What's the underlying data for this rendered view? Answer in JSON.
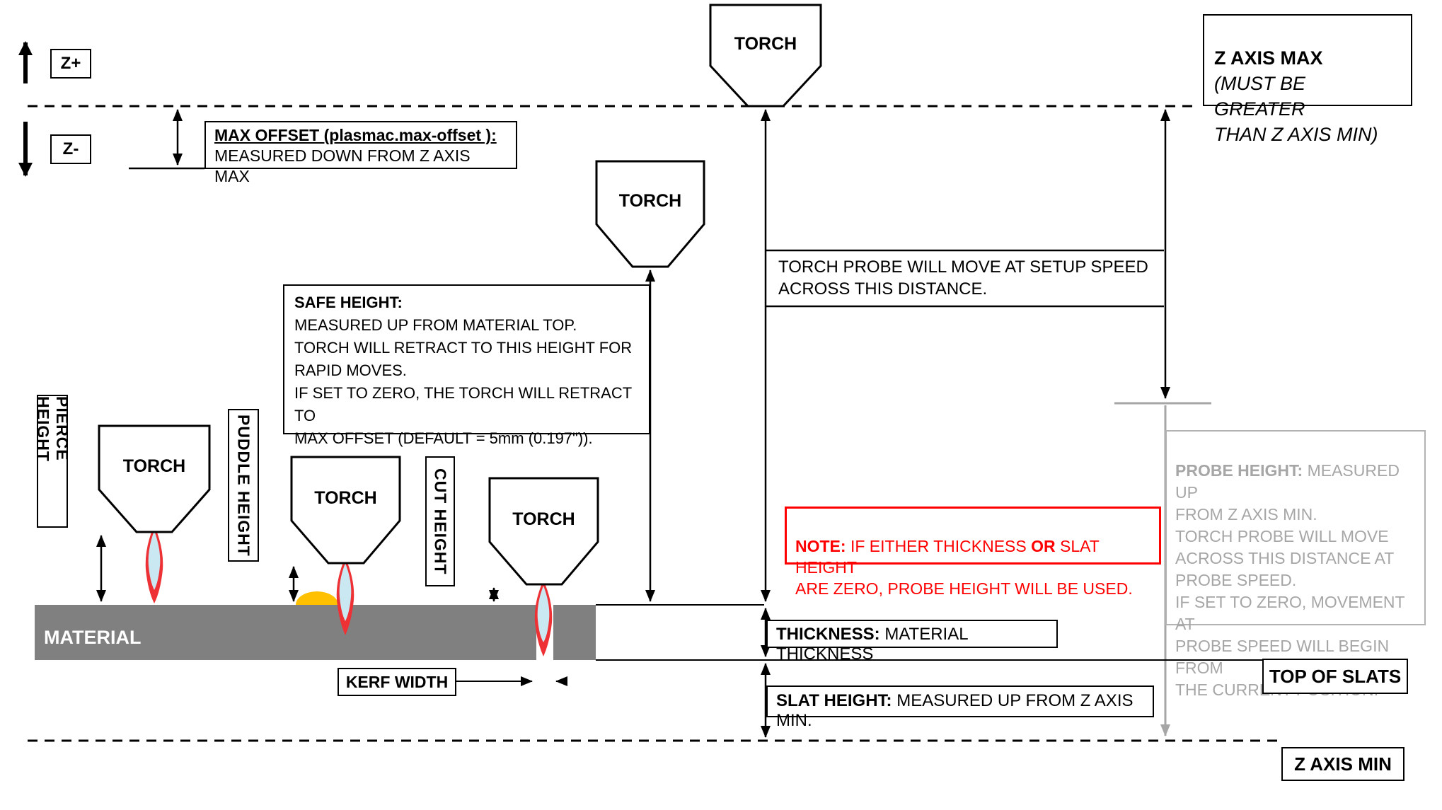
{
  "diagram": {
    "torch_label": "TORCH",
    "z_plus": "Z+",
    "z_minus": "Z-",
    "z_axis_max_title": "Z AXIS MAX",
    "z_axis_max_sub": "(MUST BE GREATER\nTHAN Z AXIS MIN)",
    "z_axis_min": "Z AXIS MIN",
    "max_offset_title": "MAX OFFSET (plasmac.max-offset ):",
    "max_offset_desc": "MEASURED DOWN FROM Z AXIS MAX",
    "safe_height_title": "SAFE HEIGHT:",
    "safe_height_desc": "MEASURED UP FROM MATERIAL TOP.\nTORCH WILL RETRACT TO THIS HEIGHT FOR\nRAPID MOVES.\nIF SET TO ZERO, THE TORCH WILL RETRACT TO\nMAX OFFSET (DEFAULT = 5mm (0.197\")).",
    "torch_probe_text": "TORCH PROBE WILL MOVE AT SETUP SPEED\nACROSS THIS DISTANCE.",
    "note_label": "NOTE:",
    "note_seg1": "  IF EITHER THICKNESS ",
    "note_or": "OR",
    "note_seg2": " SLAT HEIGHT\nARE ZERO, PROBE HEIGHT WILL BE USED.",
    "probe_height_label": "PROBE HEIGHT:",
    "probe_height_desc": " MEASURED UP\nFROM Z AXIS MIN.\nTORCH PROBE WILL MOVE\nACROSS THIS DISTANCE AT\nPROBE SPEED.\nIF SET TO ZERO,  MOVEMENT AT\nPROBE SPEED WILL BEGIN FROM\nTHE CURRENT POSITION.",
    "pierce_height": "PIERCE HEIGHT",
    "puddle_height": "PUDDLE HEIGHT",
    "cut_height": "CUT HEIGHT",
    "material": "MATERIAL",
    "thickness_label": "THICKNESS:",
    "thickness_desc": " MATERIAL THICKNESS",
    "kerf_width": "KERF WIDTH",
    "top_of_slats": "TOP OF SLATS",
    "slat_height_label": "SLAT HEIGHT:",
    "slat_height_desc": " MEASURED UP FROM Z AXIS MIN.",
    "colors": {
      "material_gray": "#808080",
      "note_red": "#ff0000",
      "probe_gray": "#a6a6a6",
      "puddle_orange": "#ffc000"
    }
  }
}
